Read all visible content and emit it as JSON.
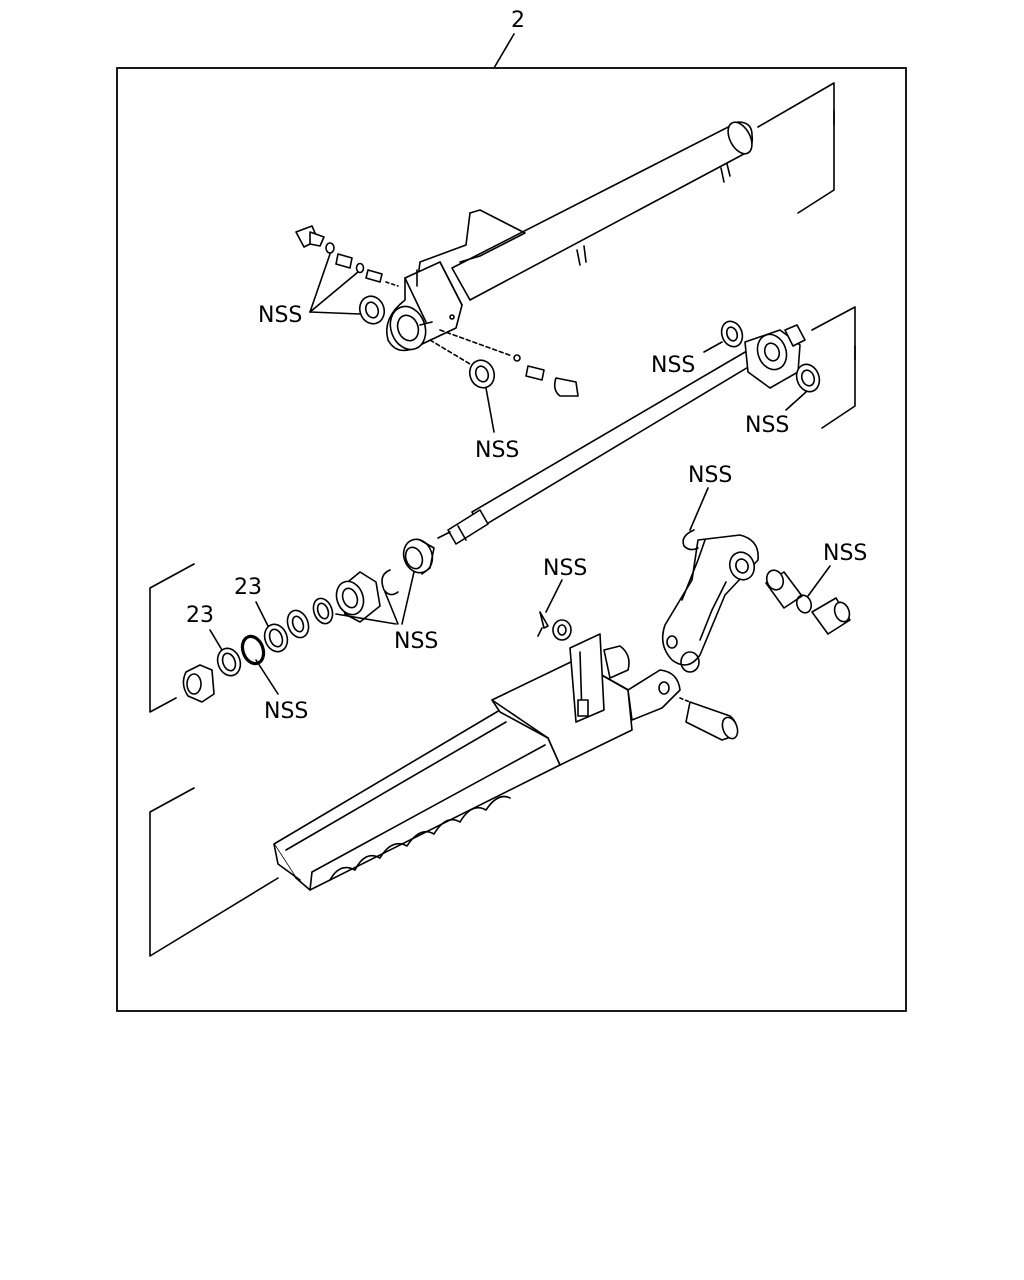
{
  "diagram": {
    "assembly_label": "2",
    "callouts": {
      "nss_upper_left": "NSS",
      "nss_upper_center": "NSS",
      "nss_right_top": "NSS",
      "nss_right_bottom": "NSS",
      "nss_link_top": "NSS",
      "nss_link_right": "NSS",
      "nss_clip": "NSS",
      "nss_seal_group": "NSS",
      "nss_oring": "NSS",
      "num_23_left": "23",
      "num_23_right": "23"
    }
  }
}
